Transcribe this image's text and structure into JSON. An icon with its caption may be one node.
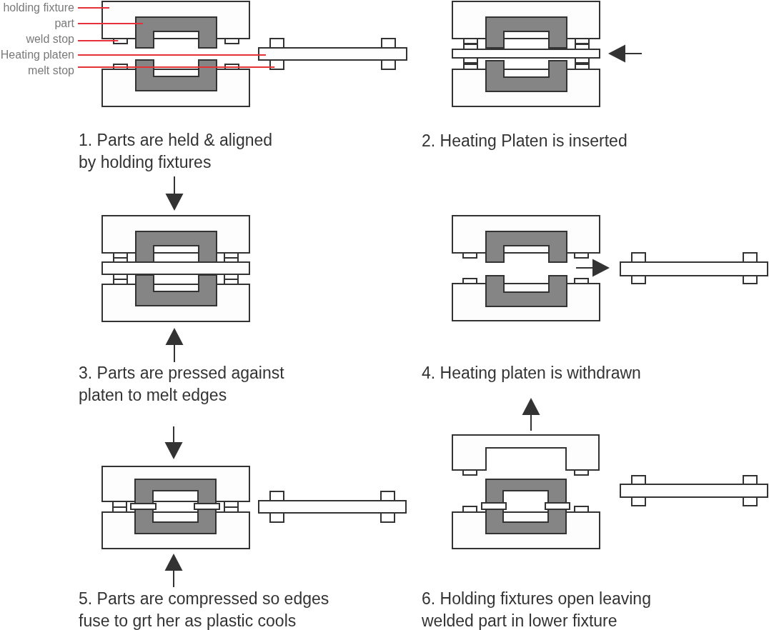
{
  "diagram": {
    "nodes": [
      {
        "text": [
          "holding fixture"
        ]
      },
      {
        "text": [
          "part"
        ]
      },
      {
        "text": [
          "weld stop"
        ]
      },
      {
        "text": [
          "Heating platen"
        ]
      },
      {
        "text": [
          "melt stop"
        ]
      },
      {
        "text": [],
        "shape": "box"
      },
      {
        "text": [],
        "shape": "box"
      },
      {
        "text": [],
        "shape": "box"
      },
      {
        "text": [],
        "shape": "box"
      },
      {
        "text": [],
        "shape": "box"
      }
    ],
    "edges": [
      {
        "from": 0,
        "to": 5,
        "arrow": "none"
      },
      {
        "from": 1,
        "to": 6,
        "arrow": "none"
      },
      {
        "from": 2,
        "to": 7,
        "arrow": "none"
      },
      {
        "from": 3,
        "to": 8,
        "arrow": "none"
      },
      {
        "from": 4,
        "to": 9,
        "arrow": "none"
      }
    ],
    "labels": [
      "1. Parts are held & aligned by holding fixtures",
      "2. Heating Platen is inserted",
      "3. Parts are pressed against platen to melt edges",
      "4. Heating platen is withdrawn",
      "5. Parts are compressed so edges fuse to grt her as plastic cools",
      "6. Holding fixtures open leaving welded part in lower fixture"
    ]
  }
}
